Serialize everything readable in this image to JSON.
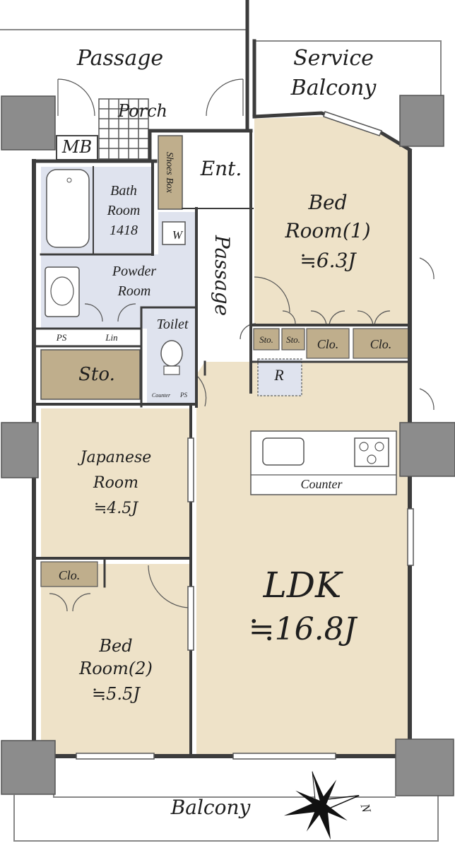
{
  "colors": {
    "room_fill": "#eee2c8",
    "wet_fill": "#dfe3ee",
    "storage_fill": "#bfae8c",
    "wall": "#3c3c3c",
    "column": "#8c8c8c",
    "ink": "#1e1e1e"
  },
  "outside": {
    "passage": "Passage",
    "service_balcony": [
      "Service",
      "Balcony"
    ],
    "porch": "Porch",
    "mb": "MB",
    "balcony": "Balcony"
  },
  "rooms": {
    "entrance": "Ent.",
    "shoes_box": "Shoes Box",
    "bath": [
      "Bath",
      "Room",
      "1418"
    ],
    "washer": "W",
    "powder": [
      "Powder",
      "Room"
    ],
    "passage": "Passage",
    "toilet": "Toilet",
    "ps": "PS",
    "lin": "Lin",
    "counter_small": "Counter",
    "storage": "Sto.",
    "bed1": [
      "Bed",
      "Room(1)",
      "≒6.3J"
    ],
    "sto_small": "Sto.",
    "closet": "Clo.",
    "refrigerator": "R",
    "kitchen_counter": "Counter",
    "japanese": [
      "Japanese",
      "Room",
      "≒4.5J"
    ],
    "bed2": [
      "Bed",
      "Room(2)",
      "≒5.5J"
    ],
    "ldk": [
      "LDK",
      "≒16.8J"
    ]
  },
  "compass": {
    "north": "N"
  }
}
